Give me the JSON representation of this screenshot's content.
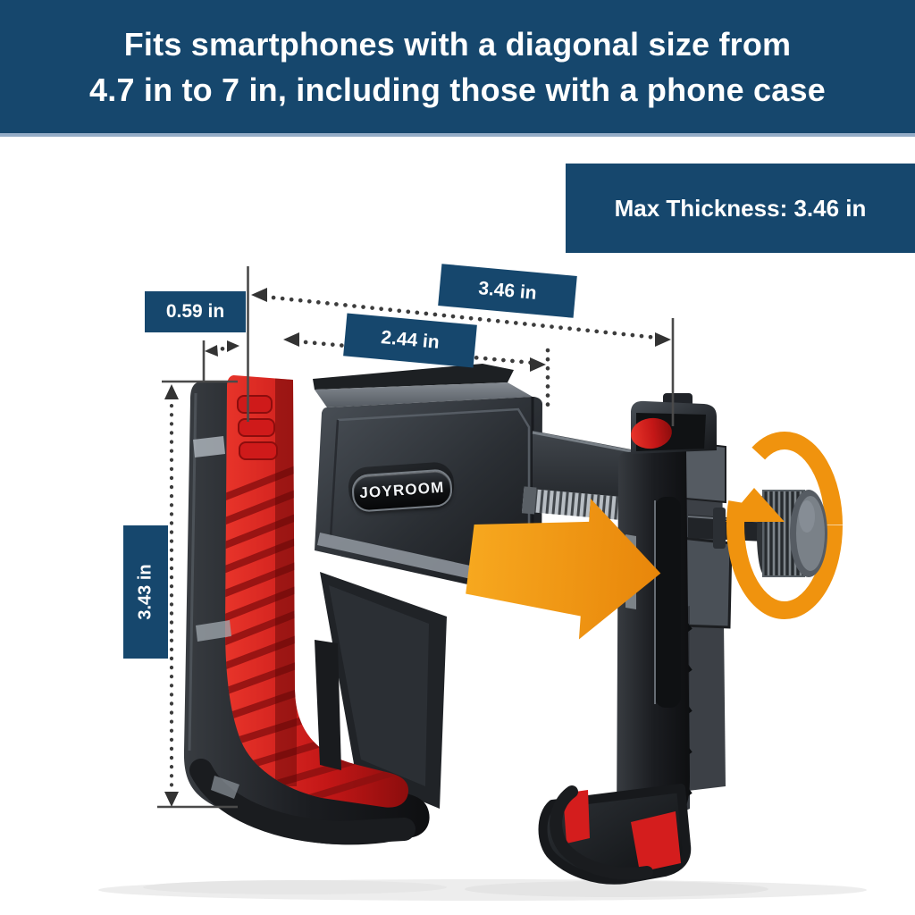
{
  "banner": {
    "line1": "Fits smartphones with a diagonal size from",
    "line2": "4.7 in to 7 in, including those with a phone case"
  },
  "callout": {
    "max_thickness": "Max Thickness: 3.46 in"
  },
  "dimensions": {
    "total_width": "3.46 in",
    "clamp_depth": "0.59 in",
    "inner_width": "2.44 in",
    "height": "3.43 in"
  },
  "product": {
    "brand": "JOYROOM"
  },
  "icons": {
    "extend_arrow": "right-arrow-icon",
    "rotate_arrow": "rotate-circular-arrow-icon"
  },
  "colors": {
    "accent_blue": "#16476D",
    "accent_orange": "#F0930E",
    "pad_red": "#D41D1D"
  }
}
